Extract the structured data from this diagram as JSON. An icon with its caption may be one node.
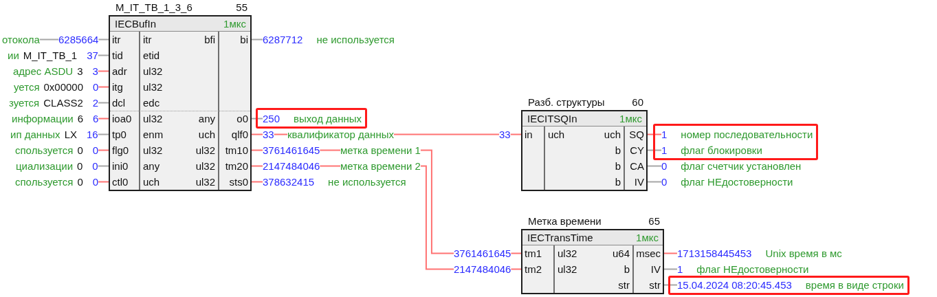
{
  "diagram": {
    "nodes": [
      {
        "text": [
          "M_IT_TB_1_3_6",
          "55",
          "IECBufIn",
          "1мкс"
        ]
      },
      {
        "text": [
          "itr"
        ],
        "beside": [
          "itr"
        ],
        "in": 0
      },
      {
        "text": [
          "bi"
        ],
        "beside": [
          "bfi"
        ],
        "in": 0
      },
      {
        "text": [
          "tid"
        ],
        "beside": [
          "etid"
        ],
        "in": 0
      },
      {
        "text": [
          "adr"
        ],
        "beside": [
          "ul32"
        ],
        "in": 0
      },
      {
        "text": [
          "itg"
        ],
        "beside": [
          "ul32"
        ],
        "in": 0
      },
      {
        "text": [
          "dcl"
        ],
        "beside": [
          "edc"
        ],
        "in": 0
      },
      {
        "text": [
          "ioa0"
        ],
        "beside": [
          "ul32"
        ],
        "in": 0
      },
      {
        "text": [
          "o0"
        ],
        "beside": [
          "any"
        ],
        "in": 0
      },
      {
        "text": [
          "tp0"
        ],
        "beside": [
          "enm"
        ],
        "in": 0
      },
      {
        "text": [
          "qlf0"
        ],
        "beside": [
          "uch"
        ],
        "in": 0
      },
      {
        "text": [
          "flg0"
        ],
        "beside": [
          "ul32"
        ],
        "in": 0
      },
      {
        "text": [
          "tm10"
        ],
        "beside": [
          "ul32"
        ],
        "in": 0
      },
      {
        "text": [
          "ini0"
        ],
        "beside": [
          "any"
        ],
        "in": 0
      },
      {
        "text": [
          "tm20"
        ],
        "beside": [
          "ul32"
        ],
        "in": 0
      },
      {
        "text": [
          "ctl0"
        ],
        "beside": [
          "uch"
        ],
        "in": 0
      },
      {
        "text": [
          "sts0"
        ],
        "beside": [
          "ul32"
        ],
        "in": 0
      },
      {
        "text": [
          "отокола"
        ]
      },
      {
        "text": [
          "6285664"
        ]
      },
      {
        "text": [
          "37"
        ],
        "beside": [
          "ии",
          "M_IT_TB_1"
        ]
      },
      {
        "text": [
          "3"
        ],
        "beside": [
          "адрес ASDU",
          "3"
        ]
      },
      {
        "text": [
          "0"
        ],
        "beside": [
          "уется",
          "0x00000"
        ]
      },
      {
        "text": [
          "2"
        ],
        "beside": [
          "зуется",
          "CLASS2"
        ]
      },
      {
        "text": [
          "6"
        ],
        "beside": [
          "информации",
          "6"
        ]
      },
      {
        "text": [
          "16"
        ],
        "beside": [
          "ип данных",
          "LX"
        ]
      },
      {
        "text": [
          "0"
        ],
        "beside": [
          "спользуется",
          "0"
        ]
      },
      {
        "text": [
          "0"
        ],
        "beside": [
          "циализации",
          "0"
        ]
      },
      {
        "text": [
          "0"
        ],
        "beside": [
          "спользуется",
          "0"
        ]
      },
      {
        "text": [
          "6287712"
        ],
        "beside": [
          "не используется"
        ]
      },
      {
        "text": [],
        "shape": "box"
      },
      {
        "text": [
          "250"
        ],
        "beside": [
          "выход данных"
        ],
        "in": 29
      },
      {
        "text": [
          "33"
        ]
      },
      {
        "text": [
          "квалификатор данных"
        ]
      },
      {
        "text": [
          "3761461645"
        ]
      },
      {
        "text": [
          "метка времени 1"
        ]
      },
      {
        "text": [
          "2147484046"
        ]
      },
      {
        "text": [
          "метка времени 2"
        ]
      },
      {
        "text": [
          "378632415"
        ],
        "beside": [
          "не используется"
        ]
      },
      {
        "text": [
          "33"
        ]
      },
      {
        "text": [
          "Разб. структуры",
          "60",
          "IECITSQIn",
          "1мкс"
        ]
      },
      {
        "text": [
          "in"
        ],
        "beside": [
          "uch"
        ],
        "in": 39
      },
      {
        "text": [
          "SQ"
        ],
        "beside": [
          "uch"
        ],
        "in": 39
      },
      {
        "text": [
          "CY"
        ],
        "beside": [
          "b"
        ],
        "in": 39
      },
      {
        "text": [
          "CA"
        ],
        "beside": [
          "b"
        ],
        "in": 39
      },
      {
        "text": [
          "IV"
        ],
        "beside": [
          "b"
        ],
        "in": 39
      },
      {
        "text": [],
        "shape": "box"
      },
      {
        "text": [
          "1"
        ],
        "beside": [
          "номер последовательности"
        ],
        "in": 45
      },
      {
        "text": [
          "1"
        ],
        "beside": [
          "флаг блокировки"
        ],
        "in": 45
      },
      {
        "text": [
          "0"
        ],
        "beside": [
          "флаг счетчик установлен"
        ]
      },
      {
        "text": [
          "0"
        ],
        "beside": [
          "флаг НЕдостоверности"
        ]
      },
      {
        "text": [
          "3761461645"
        ]
      },
      {
        "text": [
          "2147484046"
        ]
      },
      {
        "text": [
          "Метка времени",
          "65",
          "IECTransTime",
          "1мкс"
        ]
      },
      {
        "text": [
          "tm1"
        ],
        "beside": [
          "ul32"
        ],
        "in": 52
      },
      {
        "text": [
          "msec"
        ],
        "beside": [
          "u64"
        ],
        "in": 52
      },
      {
        "text": [
          "tm2"
        ],
        "beside": [
          "ul32"
        ],
        "in": 52
      },
      {
        "text": [
          "IV"
        ],
        "beside": [
          "b"
        ],
        "in": 52
      },
      {
        "text": [
          "str"
        ],
        "beside": [
          "str"
        ],
        "in": 52
      },
      {
        "text": [
          "1713158445453"
        ],
        "beside": [
          "Unix время в мс"
        ]
      },
      {
        "text": [
          "1"
        ],
        "beside": [
          "флаг НЕдостоверности"
        ]
      },
      {
        "text": [],
        "shape": "box"
      },
      {
        "text": [
          "15.04.2024 08:20:45.453"
        ],
        "beside": [
          "время в виде строки"
        ],
        "in": 60
      }
    ],
    "edges": [
      {
        "from": 17,
        "to": 18,
        "arrow": "none",
        "color": "#a6a6a6"
      },
      {
        "from": 18,
        "to": 1,
        "arrow": "none",
        "color": "#a6a6a6"
      },
      {
        "from": 19,
        "to": 3,
        "arrow": "none",
        "color": "#a6a6a6"
      },
      {
        "from": 20,
        "to": 4,
        "arrow": "none"
      },
      {
        "from": 21,
        "to": 5,
        "arrow": "none"
      },
      {
        "from": 22,
        "to": 6,
        "arrow": "none",
        "color": "#a6a6a6"
      },
      {
        "from": 23,
        "to": 7,
        "arrow": "none"
      },
      {
        "from": 24,
        "to": 9,
        "arrow": "none",
        "color": "#a6a6a6"
      },
      {
        "from": 25,
        "to": 11,
        "arrow": "none"
      },
      {
        "from": 26,
        "to": 13,
        "arrow": "none",
        "color": "#a6a6a6"
      },
      {
        "from": 27,
        "to": 15,
        "arrow": "none"
      },
      {
        "from": 2,
        "to": 28,
        "arrow": "none",
        "color": "#a6a6a6"
      },
      {
        "from": 8,
        "to": 30,
        "arrow": "none",
        "color": "#a6a6a6"
      },
      {
        "from": 10,
        "to": 31,
        "arrow": "none"
      },
      {
        "from": 31,
        "to": 32,
        "arrow": "none"
      },
      {
        "from": 32,
        "to": 38,
        "arrow": "none"
      },
      {
        "from": 38,
        "to": 40,
        "arrow": "none"
      },
      {
        "from": 12,
        "to": 33,
        "arrow": "none"
      },
      {
        "from": 33,
        "to": 34,
        "arrow": "none"
      },
      {
        "from": 34,
        "to": 50,
        "arrow": "none"
      },
      {
        "from": 50,
        "to": 53,
        "arrow": "none"
      },
      {
        "from": 14,
        "to": 35,
        "arrow": "none"
      },
      {
        "from": 35,
        "to": 36,
        "arrow": "none"
      },
      {
        "from": 36,
        "to": 51,
        "arrow": "none"
      },
      {
        "from": 51,
        "to": 55,
        "arrow": "none"
      },
      {
        "from": 16,
        "to": 37,
        "arrow": "none"
      },
      {
        "from": 41,
        "to": 46,
        "arrow": "none"
      },
      {
        "from": 42,
        "to": 47,
        "arrow": "none",
        "color": "#a6a6a6"
      },
      {
        "from": 43,
        "to": 48,
        "arrow": "none",
        "color": "#a6a6a6"
      },
      {
        "from": 44,
        "to": 49,
        "arrow": "none",
        "color": "#a6a6a6"
      },
      {
        "from": 54,
        "to": 58,
        "arrow": "none"
      },
      {
        "from": 56,
        "to": 59,
        "arrow": "none",
        "color": "#a6a6a6"
      },
      {
        "from": 57,
        "to": 61,
        "arrow": "none",
        "color": "#a6a6a6"
      }
    ]
  }
}
